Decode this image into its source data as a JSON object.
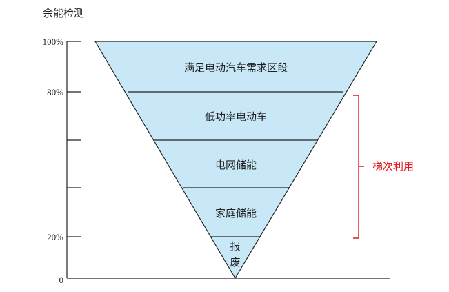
{
  "axis": {
    "title": "余能检测",
    "ticks": [
      "100%",
      "80%",
      "",
      "",
      "20%",
      "0"
    ]
  },
  "bands": [
    {
      "label": "满足电动汽车需求区段"
    },
    {
      "label": "低功率电动车"
    },
    {
      "label": "电网储能"
    },
    {
      "label": "家庭储能"
    },
    {
      "label_lines": [
        "报",
        "废"
      ]
    }
  ],
  "bracket": {
    "label": "梯次利用",
    "color": "#e8161b"
  },
  "colors": {
    "funnel_fill": "#c8e8f8",
    "line": "#222222"
  }
}
